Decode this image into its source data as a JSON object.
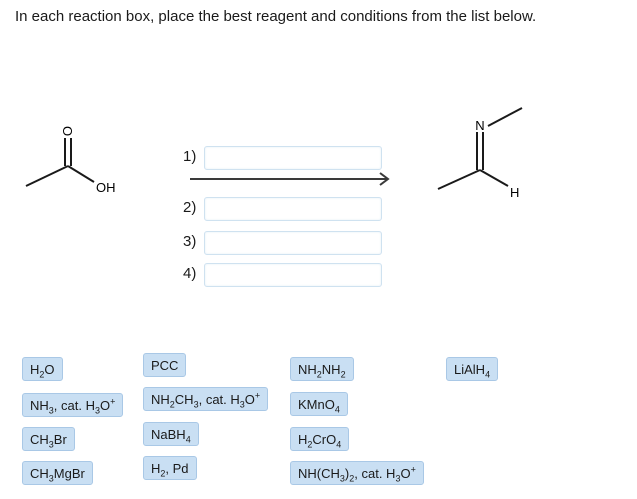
{
  "instruction": "In each reaction box, place the best reagent and conditions from the list below.",
  "reactant": {
    "atoms": {
      "oxygen": "O",
      "hydroxyl": "OH"
    }
  },
  "product": {
    "atoms": {
      "nitrogen": "N",
      "hydrogen": "H"
    }
  },
  "steps": [
    "1)",
    "2)",
    "3)",
    "4)"
  ],
  "reagents": [
    {
      "id": "h2o",
      "parts": [
        [
          "t",
          "H"
        ],
        [
          "sub",
          "2"
        ],
        [
          "t",
          "O"
        ]
      ]
    },
    {
      "id": "pcc",
      "parts": [
        [
          "t",
          "PCC"
        ]
      ]
    },
    {
      "id": "nh2nh2",
      "parts": [
        [
          "t",
          "NH"
        ],
        [
          "sub",
          "2"
        ],
        [
          "t",
          "NH"
        ],
        [
          "sub",
          "2"
        ]
      ]
    },
    {
      "id": "lialh4",
      "parts": [
        [
          "t",
          "LiAlH"
        ],
        [
          "sub",
          "4"
        ]
      ]
    },
    {
      "id": "nh3-cat-h3o",
      "parts": [
        [
          "t",
          "NH"
        ],
        [
          "sub",
          "3"
        ],
        [
          "t",
          ", cat. H"
        ],
        [
          "sub",
          "3"
        ],
        [
          "t",
          "O"
        ],
        [
          "sup",
          "+"
        ]
      ]
    },
    {
      "id": "nh2ch3-cat-h3o",
      "parts": [
        [
          "t",
          "NH"
        ],
        [
          "sub",
          "2"
        ],
        [
          "t",
          "CH"
        ],
        [
          "sub",
          "3"
        ],
        [
          "t",
          ", cat. H"
        ],
        [
          "sub",
          "3"
        ],
        [
          "t",
          "O"
        ],
        [
          "sup",
          "+"
        ]
      ]
    },
    {
      "id": "kmno4",
      "parts": [
        [
          "t",
          "KMnO"
        ],
        [
          "sub",
          "4"
        ]
      ]
    },
    {
      "id": "ch3br",
      "parts": [
        [
          "t",
          "CH"
        ],
        [
          "sub",
          "3"
        ],
        [
          "t",
          "Br"
        ]
      ]
    },
    {
      "id": "nabh4",
      "parts": [
        [
          "t",
          "NaBH"
        ],
        [
          "sub",
          "4"
        ]
      ]
    },
    {
      "id": "h2cro4",
      "parts": [
        [
          "t",
          "H"
        ],
        [
          "sub",
          "2"
        ],
        [
          "t",
          "CrO"
        ],
        [
          "sub",
          "4"
        ]
      ]
    },
    {
      "id": "ch3mgbr",
      "parts": [
        [
          "t",
          "CH"
        ],
        [
          "sub",
          "3"
        ],
        [
          "t",
          "MgBr"
        ]
      ]
    },
    {
      "id": "h2-pd",
      "parts": [
        [
          "t",
          "H"
        ],
        [
          "sub",
          "2"
        ],
        [
          "t",
          ", Pd"
        ]
      ]
    },
    {
      "id": "nhch3-2-cat-h3o",
      "parts": [
        [
          "t",
          "NH(CH"
        ],
        [
          "sub",
          "3"
        ],
        [
          "t",
          ")"
        ],
        [
          "sub",
          "2"
        ],
        [
          "t",
          ", cat. H"
        ],
        [
          "sub",
          "3"
        ],
        [
          "t",
          "O"
        ],
        [
          "sup",
          "+"
        ]
      ]
    }
  ],
  "colors": {
    "chip_bg": "#c9dff3",
    "chip_border": "#a9c8e6",
    "box_border": "#cfe2f0"
  }
}
